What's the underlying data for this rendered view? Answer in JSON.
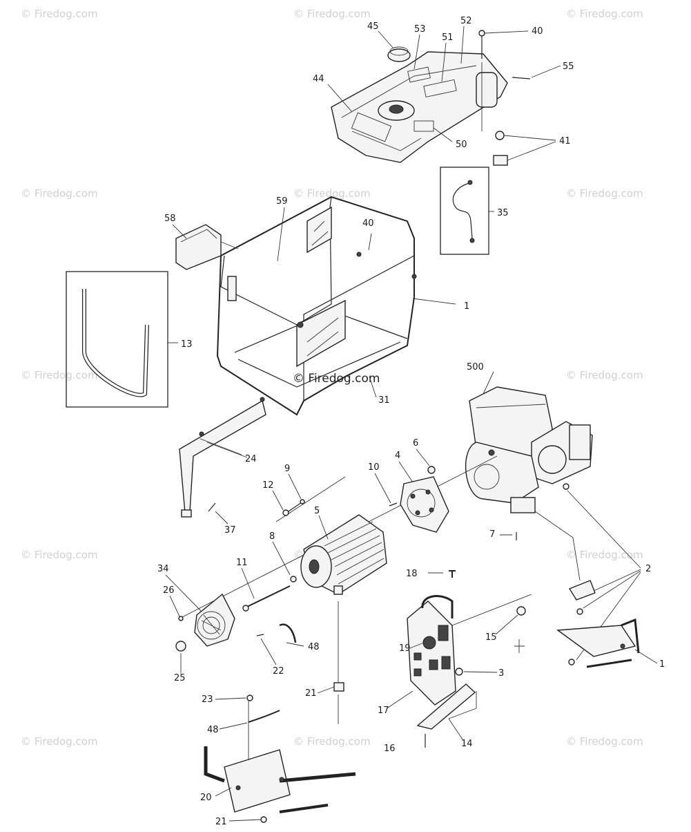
{
  "watermark": {
    "text": "© Firedog.com",
    "center_text": "© Firedog.com"
  },
  "labels": {
    "l45": "45",
    "l53": "53",
    "l52": "52",
    "l51": "51",
    "l40a": "40",
    "l44": "44",
    "l55": "55",
    "l50": "50",
    "l41": "41",
    "l35": "35",
    "l59": "59",
    "l58": "58",
    "l40b": "40",
    "l1a": "1",
    "l13": "13",
    "l31": "31",
    "l500": "500",
    "l24": "24",
    "l6": "6",
    "l4": "4",
    "l10": "10",
    "l9": "9",
    "l12": "12",
    "l5": "5",
    "l37": "37",
    "l7": "7",
    "l8": "8",
    "l11": "11",
    "l34": "34",
    "l18": "18",
    "l2": "2",
    "l26": "26",
    "l15a": "15",
    "l19": "19",
    "l48a": "48",
    "l25": "25",
    "l22": "22",
    "l1b": "1",
    "l3": "3",
    "l21a": "21",
    "l17": "17",
    "l23": "23",
    "l48b": "48",
    "l14": "14",
    "l16": "16",
    "l20": "20",
    "l21b": "21"
  }
}
